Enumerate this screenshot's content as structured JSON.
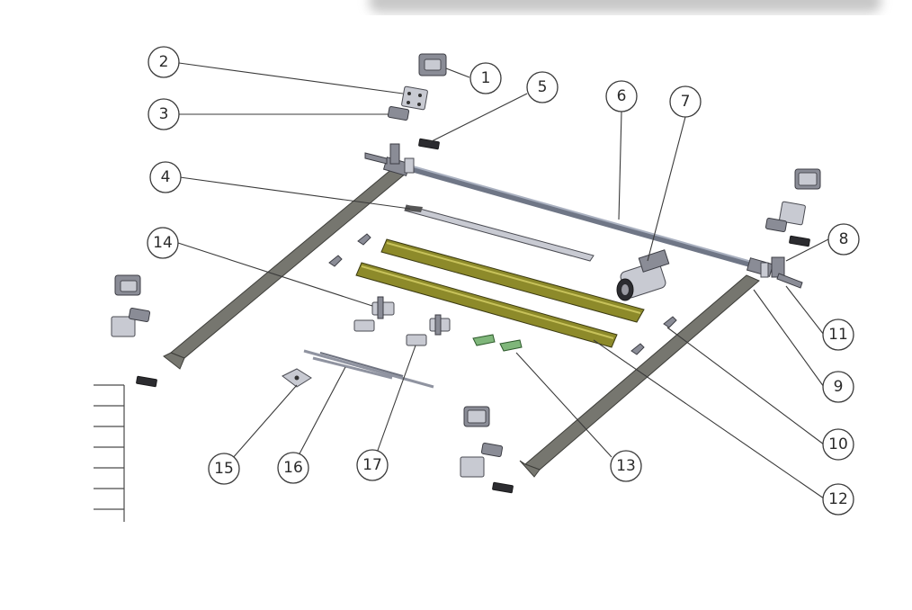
{
  "diagram": {
    "callouts": [
      {
        "id": "c1",
        "label": "1"
      },
      {
        "id": "c2",
        "label": "2"
      },
      {
        "id": "c3",
        "label": "3"
      },
      {
        "id": "c4",
        "label": "4"
      },
      {
        "id": "c5",
        "label": "5"
      },
      {
        "id": "c6",
        "label": "6"
      },
      {
        "id": "c7",
        "label": "7"
      },
      {
        "id": "c8",
        "label": "8"
      },
      {
        "id": "c9",
        "label": "9"
      },
      {
        "id": "c10",
        "label": "10"
      },
      {
        "id": "c11",
        "label": "11"
      },
      {
        "id": "c12",
        "label": "12"
      },
      {
        "id": "c13",
        "label": "13"
      },
      {
        "id": "c14",
        "label": "14"
      },
      {
        "id": "c15",
        "label": "15"
      },
      {
        "id": "c16",
        "label": "16"
      },
      {
        "id": "c17",
        "label": "17"
      }
    ],
    "colors": {
      "arm": "#76766f",
      "tube": "#6f7686",
      "rail": "#8d8a2a",
      "clip_green": "#7fb67a",
      "background": "#ffffff"
    }
  }
}
